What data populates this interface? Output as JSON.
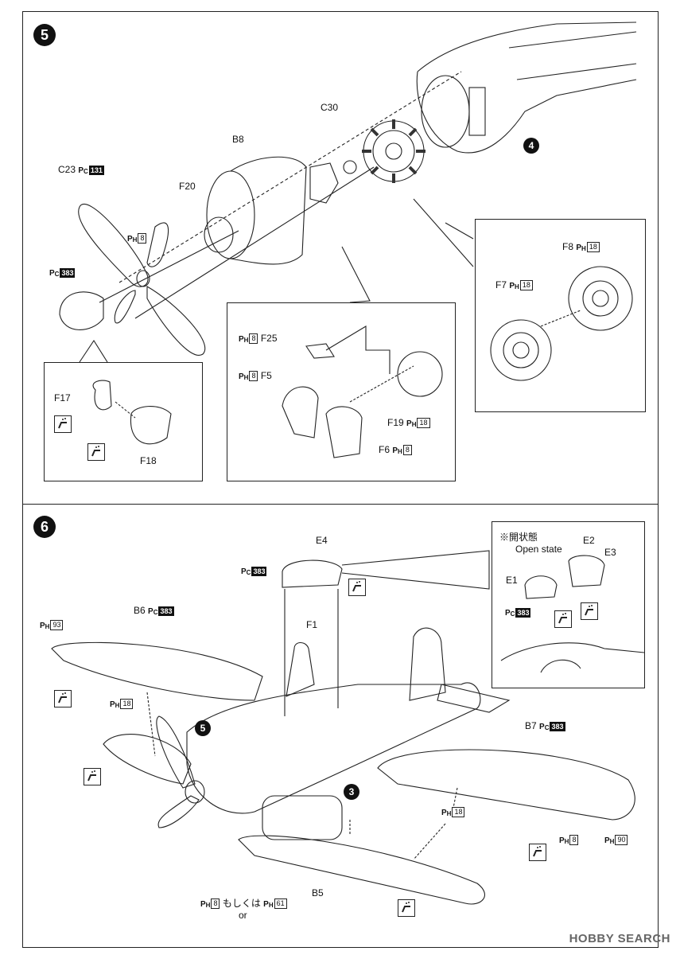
{
  "step5": {
    "number": "5",
    "labels": {
      "c23": "C23",
      "c23_code": "131",
      "ph8_top": "8",
      "pc383_spinner": "383",
      "f20": "F20",
      "b8": "B8",
      "c30": "C30",
      "ref4": "4",
      "f17": "F17",
      "f18": "F18",
      "f25": "F25",
      "f25_code": "8",
      "f5": "F5",
      "f5_code": "8",
      "f19": "F19",
      "f19_code": "18",
      "f6": "F6",
      "f6_code": "8",
      "f8": "F8",
      "f8_code": "18",
      "f7": "F7",
      "f7_code": "18"
    }
  },
  "step6": {
    "number": "6",
    "labels": {
      "open_state_jp": "※開状態",
      "open_state_en": "Open state",
      "e4": "E4",
      "e4_code": "383",
      "e2": "E2",
      "e3": "E3",
      "e1": "E1",
      "e1_code": "383",
      "f1": "F1",
      "b6": "B6",
      "b6_code": "383",
      "ph93": "93",
      "ph18_left": "18",
      "ref5": "5",
      "ref3": "3",
      "b7": "B7",
      "b7_code": "383",
      "ph18_right": "18",
      "ph8_right": "8",
      "ph90": "90",
      "b5": "B5",
      "ph8_bottom": "8",
      "or_jp": "もしくは",
      "ph61": "61",
      "or_en": "or"
    }
  },
  "paint_prefix": {
    "pc": "P",
    "pc_sub": "C",
    "ph": "P",
    "ph_sub": "H"
  },
  "watermark": "HOBBY SEARCH"
}
